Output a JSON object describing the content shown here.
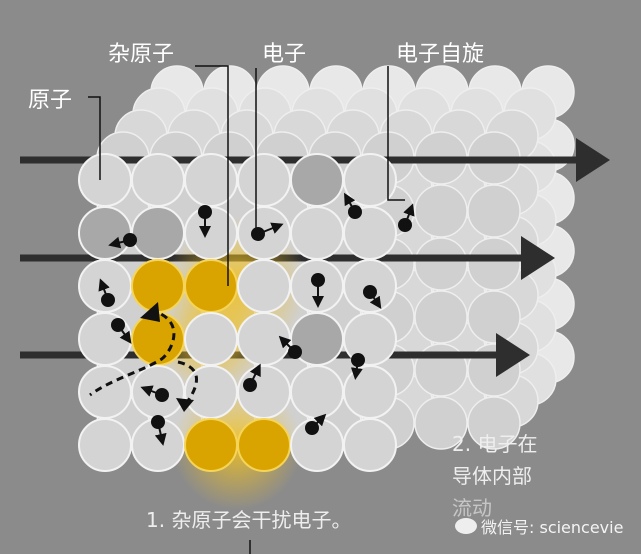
{
  "labels": {
    "atom": "原子",
    "impurity_atom": "杂原子",
    "electron": "电子",
    "electron_spin": "电子自旋"
  },
  "captions": {
    "step1": "1. 杂原子会干扰电子。",
    "step2_lines": [
      "2. 电子在",
      "导体内部",
      "流动"
    ]
  },
  "watermark": "微信号: sciencevie",
  "colors": {
    "background": "#8b8b8b",
    "atom": "#d4d4d4",
    "impurity": "#d9a400",
    "electron": "#111111",
    "arrow": "#2e2e2e"
  }
}
